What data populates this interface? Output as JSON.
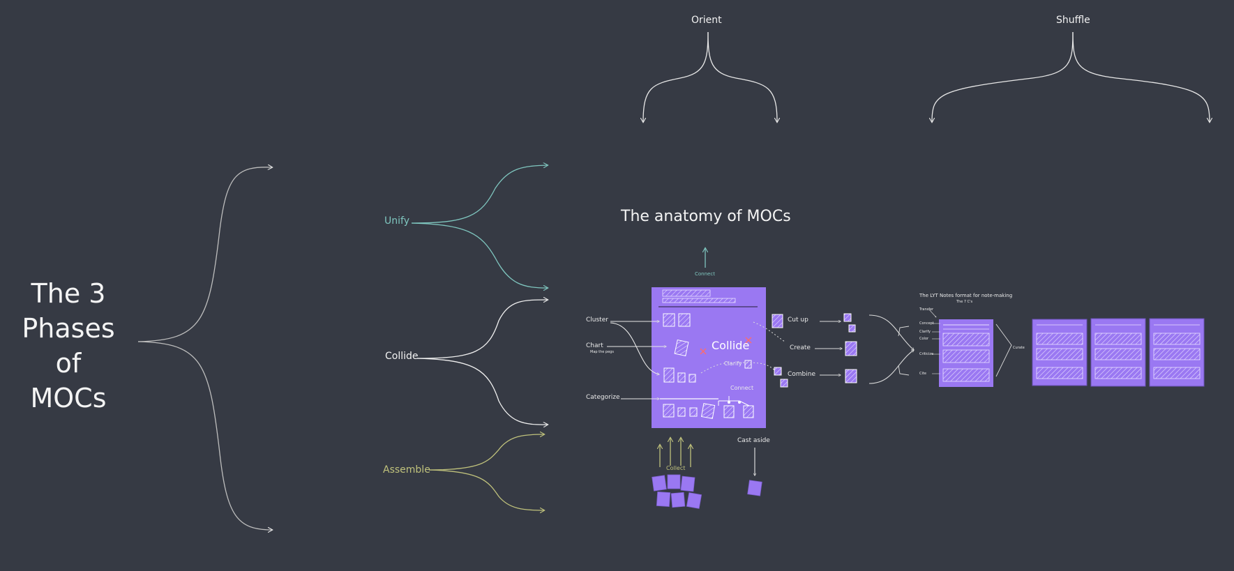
{
  "title": {
    "line1": "The 3",
    "line2": "Phases",
    "line3": "of",
    "line4": "MOCs"
  },
  "phases": [
    {
      "label": "Unify",
      "color": "#7fc6bf"
    },
    {
      "label": "Collide",
      "color": "#f4f4f4"
    },
    {
      "label": "Assemble",
      "color": "#c0c27c"
    }
  ],
  "top_labels": {
    "orient": "Orient",
    "shuffle": "Shuffle"
  },
  "anatomy": {
    "heading": "The anatomy of MOCs",
    "connect_top": "Connect",
    "left": {
      "cluster": "Cluster",
      "chart": "Chart",
      "chart_sub": "Map the pegs",
      "categorize": "Categorize"
    },
    "center": {
      "collide": "Collide",
      "clarify": "Clarify",
      "connect": "Connect"
    },
    "right": {
      "cut_up": "Cut up",
      "create": "Create",
      "combine": "Combine"
    },
    "bottom": {
      "collect": "Collect",
      "cast_aside": "Cast aside"
    },
    "card_color": "#9a78f2"
  },
  "lyt": {
    "heading": "The LYT Notes format for note-making",
    "sub": "The 7 C's",
    "rows": [
      "Transfer",
      "Concept",
      "Clarify",
      "Color",
      "Criticize",
      "Cite"
    ],
    "side": "Curate"
  },
  "colors": {
    "background": "#363a44",
    "accent_purple": "#9a78f2",
    "unify": "#7fc6bf",
    "assemble": "#c0c27c",
    "line": "#e8e8e8"
  }
}
